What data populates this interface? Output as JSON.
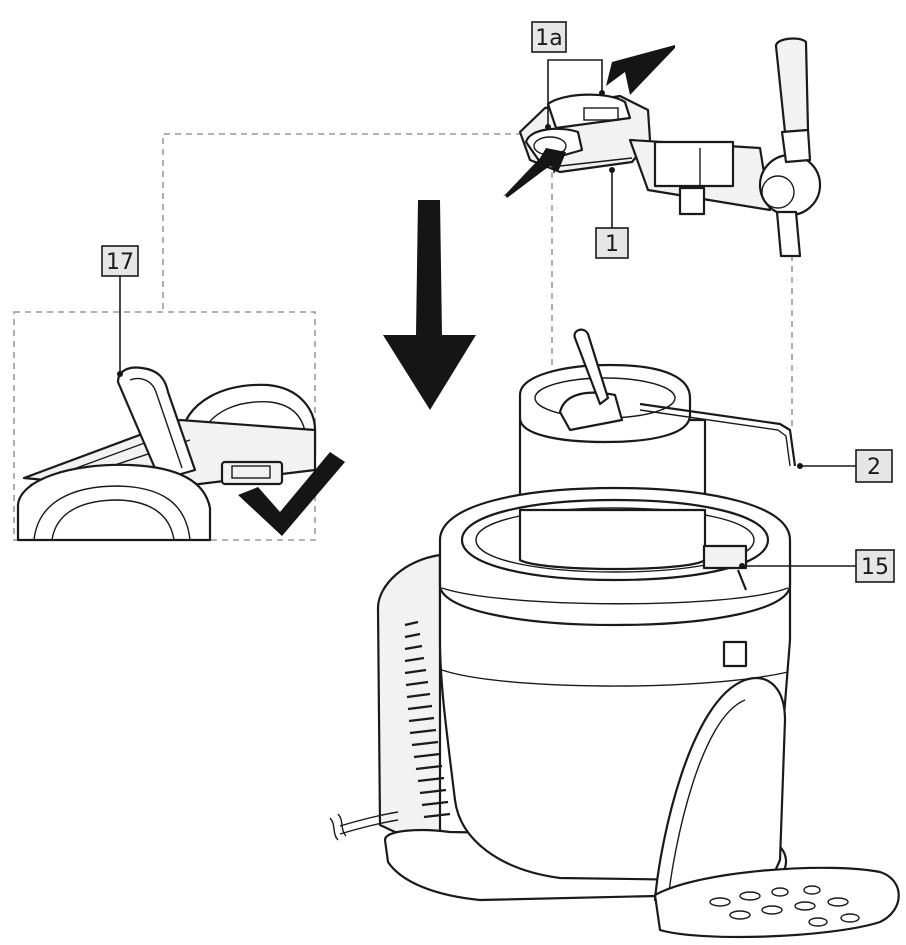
{
  "labels": {
    "l1a": "1a",
    "l1": "1",
    "l2": "2",
    "l15": "15",
    "l17": "17"
  },
  "colors": {
    "ink": "#1a1a1a",
    "label_fill": "#e6e6e6",
    "dashed_guide": "#9a9a9a"
  },
  "icons": {
    "insert_arrow": "arrow-down-icon",
    "press_arrows": "arrow-icon",
    "confirmation": "checkmark-icon"
  }
}
